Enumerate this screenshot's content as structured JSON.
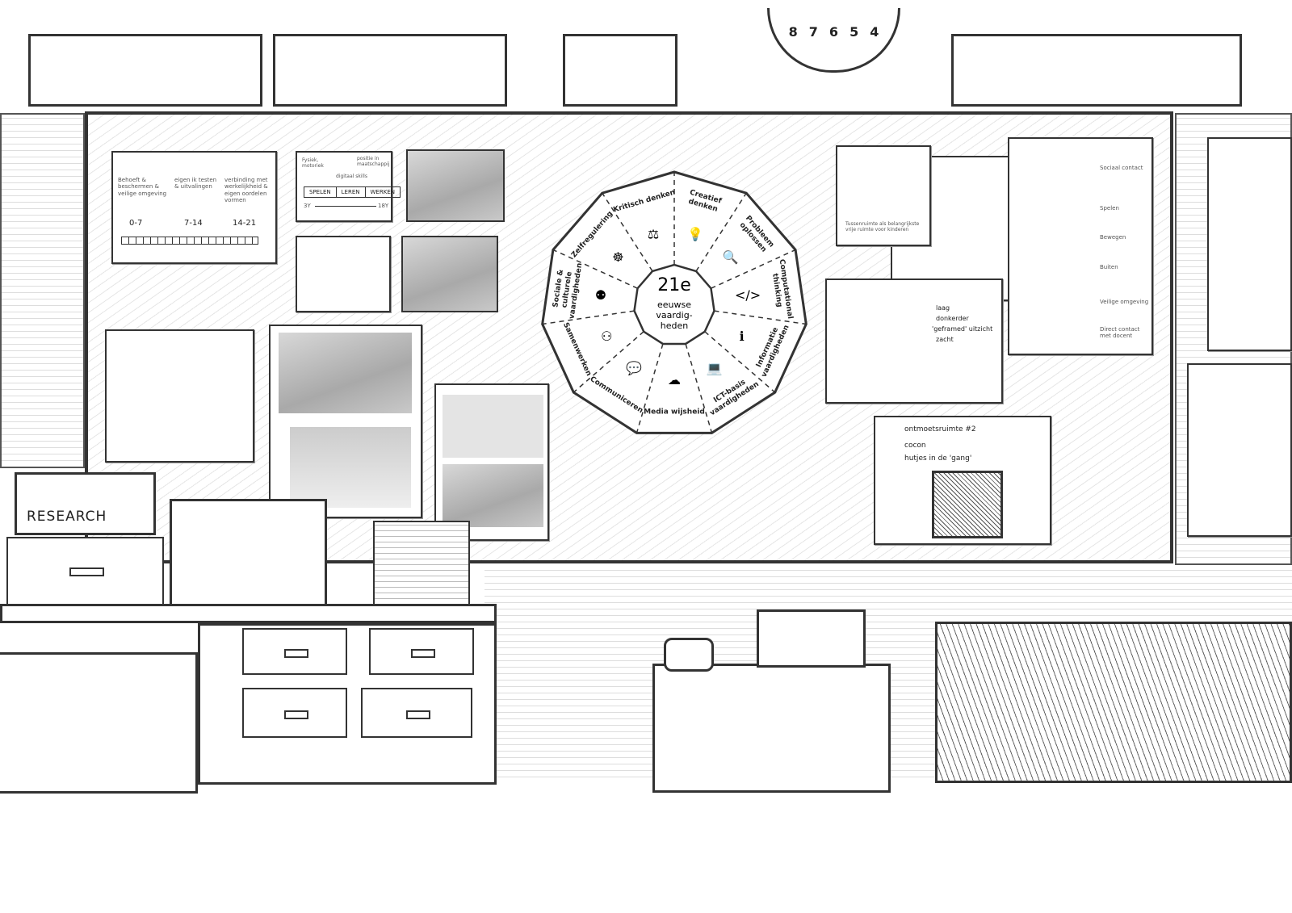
{
  "clock": {
    "numbers": [
      "8",
      "7",
      "6",
      "5",
      "4"
    ]
  },
  "poster_ages": {
    "captions": [
      "Behoeft & beschermen & veilige omgeving",
      "eigen ik testen & uitvalingen",
      "verbinding met werkelijkheid & eigen oordelen vormen"
    ],
    "ages": [
      "0-7",
      "7-14",
      "14-21"
    ]
  },
  "poster_play": {
    "top_labels": [
      "Fysiek, motoriek",
      "digitaal skills",
      "positie in maatschappij"
    ],
    "stages": [
      "SPELEN",
      "LEREN",
      "WERKEN"
    ],
    "start": "3Y",
    "end": "18Y"
  },
  "wheel": {
    "center_lines": [
      "21e",
      "eeuwse",
      "vaardig-",
      "heden"
    ],
    "segments": [
      {
        "label": "Media wijsheid",
        "icon": "cloud-network-icon"
      },
      {
        "label": "Communiceren",
        "icon": "speech-bubbles-icon"
      },
      {
        "label": "Samenwerken",
        "icon": "people-walking-icon"
      },
      {
        "label": "Sociale & culturele vaardigheden",
        "icon": "group-icon"
      },
      {
        "label": "Zelfregulering",
        "icon": "ship-wheel-icon"
      },
      {
        "label": "Kritisch denken",
        "icon": "scales-icon"
      },
      {
        "label": "Creatief denken",
        "icon": "lightbulb-icon"
      },
      {
        "label": "Probleem oplossen",
        "icon": "magnifier-icon"
      },
      {
        "label": "Computational thinking",
        "icon": "code-window-icon"
      },
      {
        "label": "Informatie vaardigheden",
        "icon": "info-icon"
      },
      {
        "label": "ICT-basis vaardigheden",
        "icon": "laptop-icon"
      }
    ],
    "glyphs": [
      "☁",
      "💬",
      "⚇",
      "⚉",
      "☸",
      "⚖",
      "💡",
      "🔍",
      "</>",
      "ℹ",
      "💻"
    ]
  },
  "poster_tussenruimte": {
    "caption": "Tussenruimte als belangrijkste vrije ruimte voor kinderen"
  },
  "poster_needs": {
    "items": [
      "Sociaal contact",
      "Spelen",
      "Bewegen",
      "Buiten",
      "Veilige omgeving",
      "Direct contact met docent"
    ]
  },
  "poster_space": {
    "notes": [
      "laag",
      "donkerder",
      "'geframed' uitzicht",
      "zacht"
    ]
  },
  "poster_cocon": {
    "title": "ontmoetsruimte #2",
    "lines": [
      "cocon",
      "hutjes in de 'gang'"
    ]
  },
  "research_box": {
    "label": "RESEARCH"
  }
}
